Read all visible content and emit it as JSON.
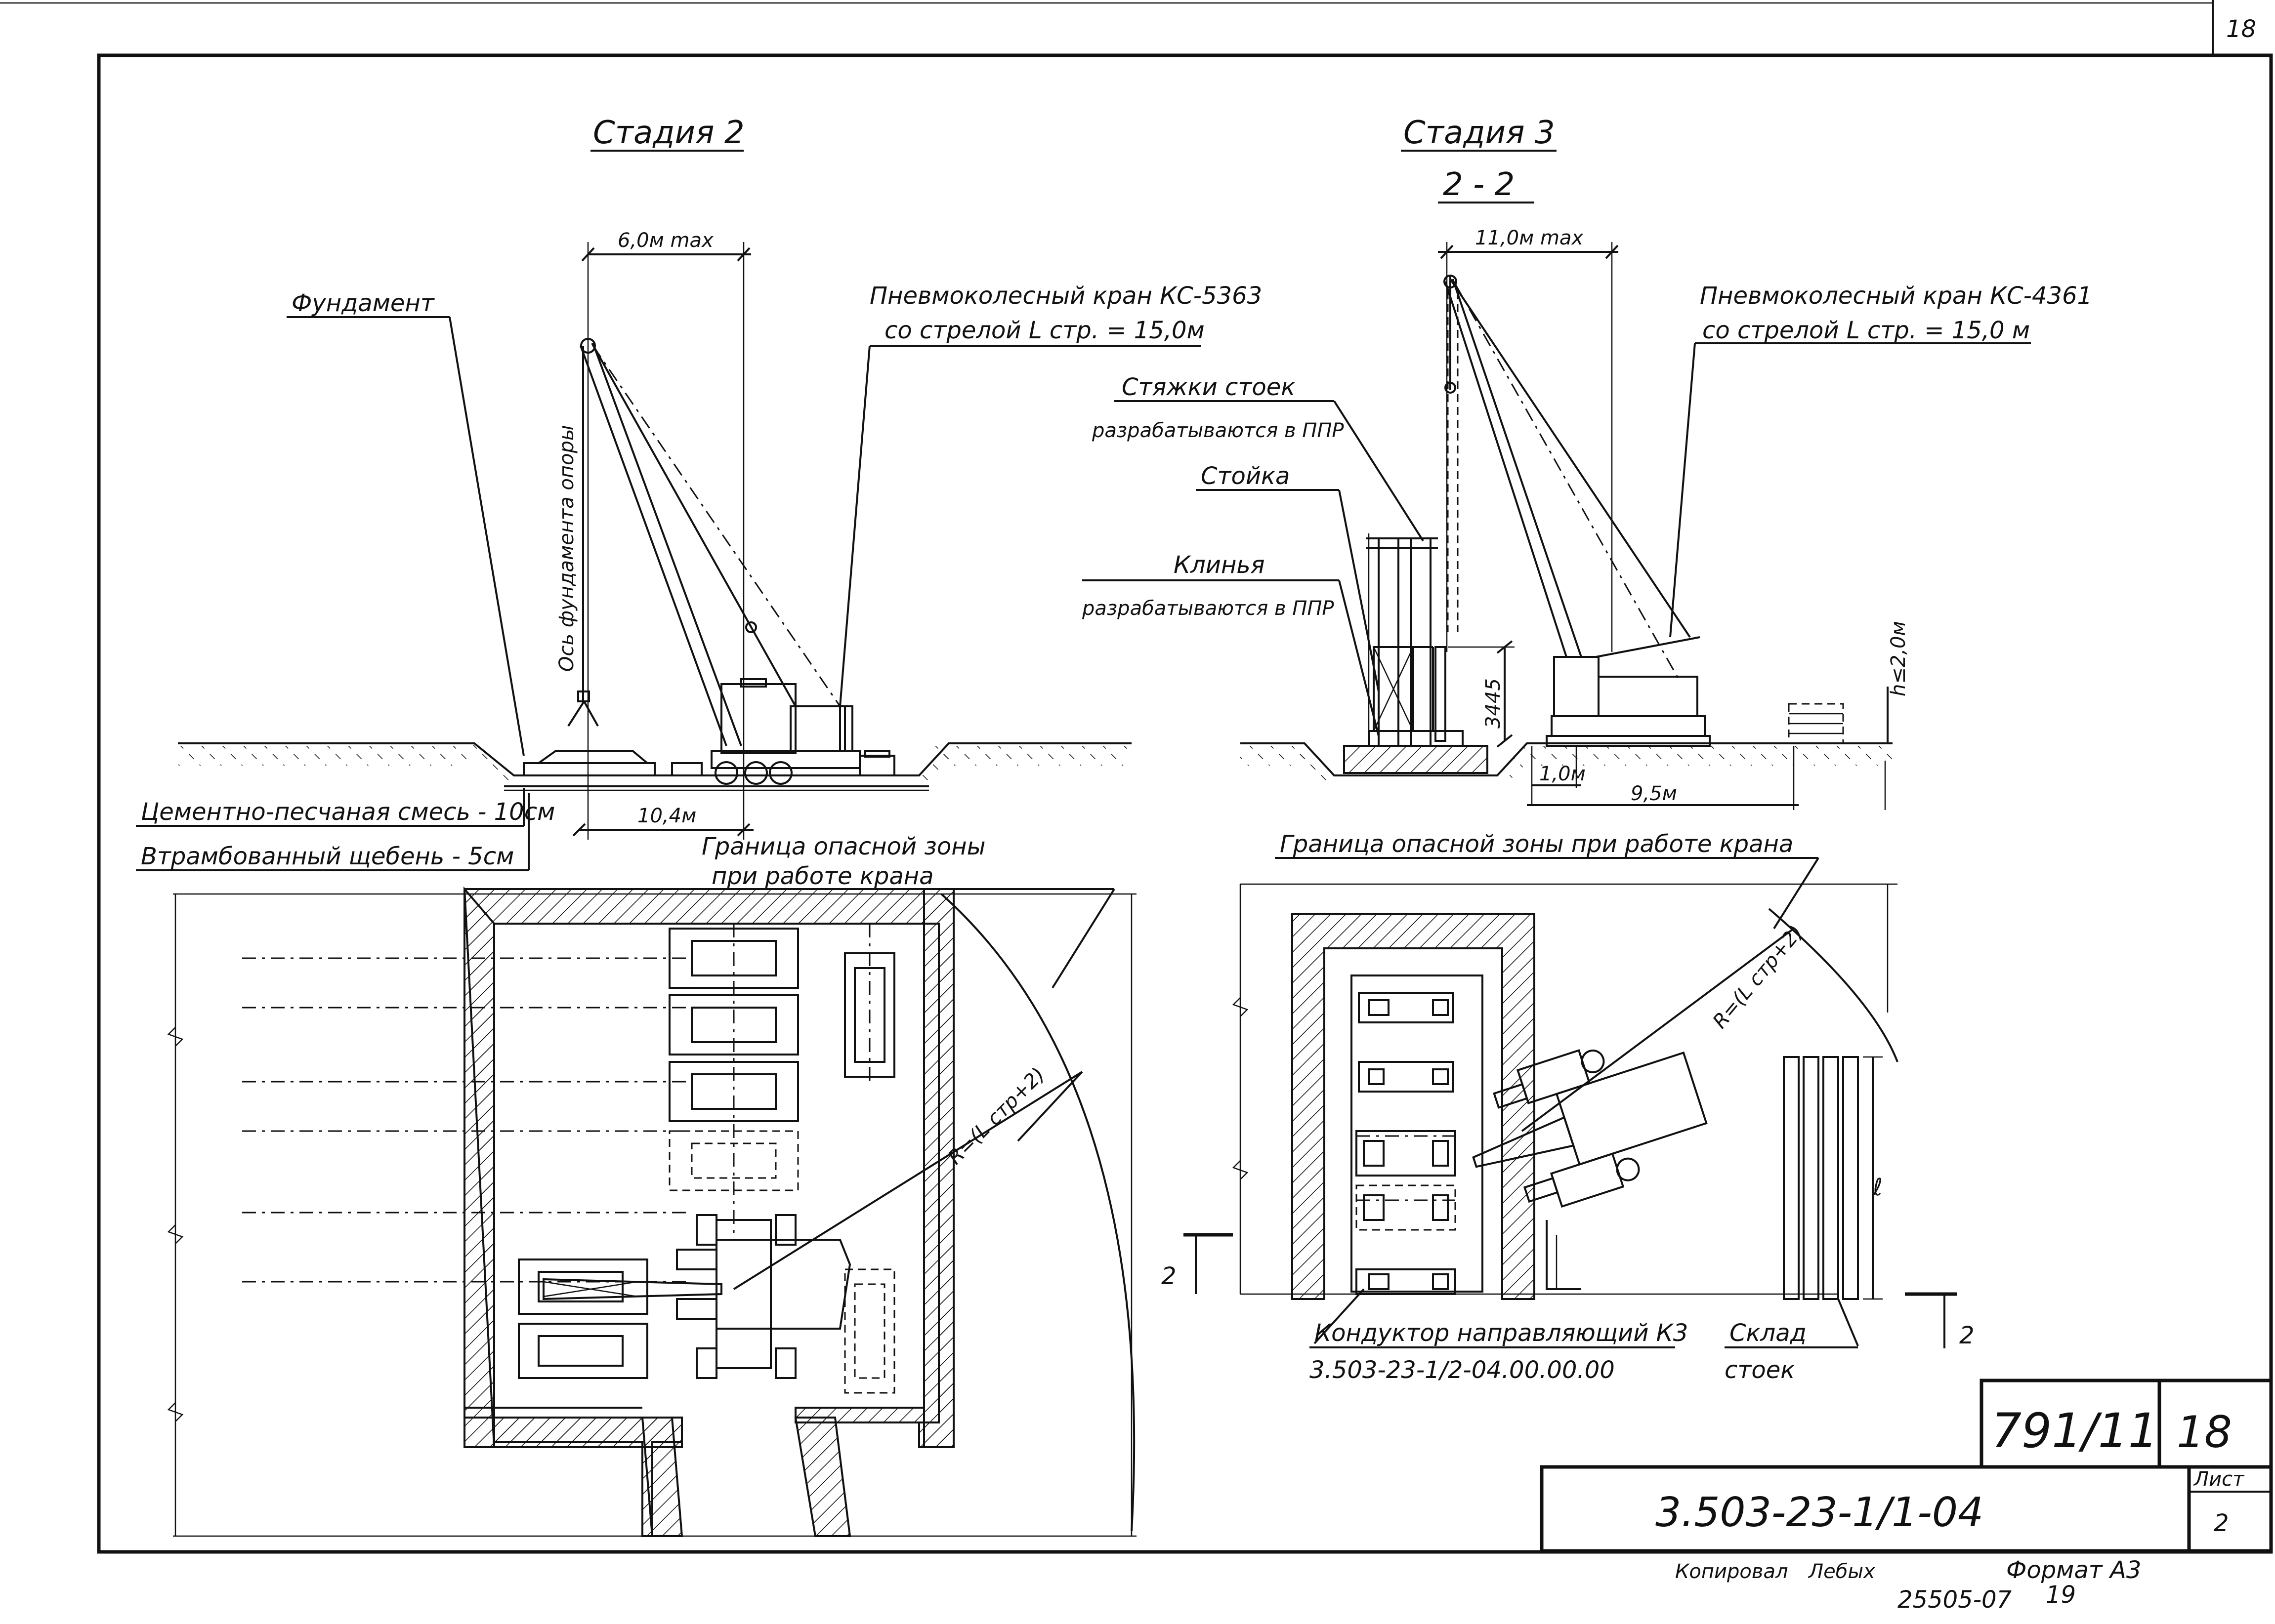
{
  "sheet_corner_number": "18",
  "stage2": {
    "title": "Стадия 2",
    "reach_dim": "6,0м max",
    "label_foundation": "Фундамент",
    "label_axis": "Ось фундамента опоры",
    "crane_name": "Пневмоколесный кран КС-5363",
    "crane_boom": "со стрелой  L стр. = 15,0м",
    "dim_width": "10,4м",
    "layer1": "Цементно-песчаная смесь  - 10см",
    "layer2": "Втрамбованный щебень    - 5см",
    "danger_zone_line1": "Граница опасной зоны",
    "danger_zone_line2": "при работе крана",
    "radius_label": "R=(L стр+2)"
  },
  "stage3": {
    "title": "Стадия 3",
    "section": "2 - 2",
    "reach_dim": "11,0м max",
    "crane_name": "Пневмоколесный кран КС-4361",
    "crane_boom": "со стрелой  L стр. = 15,0 м",
    "label_ties_line1": "Стяжки стоек",
    "label_ties_line2": "разрабатываются в ППР",
    "label_post": "Стойка",
    "label_wedges_line1": "Клинья",
    "label_wedges_line2": "разрабатываются в ППР",
    "dim_height": "3445",
    "dim_stack": "h≤2,0м",
    "dim_1m": "1,0м",
    "dim_9_5m": "9,5м",
    "danger_zone": "Граница опасной зоны при работе крана",
    "radius_label": "R=(L стр+2)",
    "length_mark": "ℓ",
    "section_mark_left": "2",
    "section_mark_right": "2",
    "conductor_line1": "Кондуктор направляющий К3",
    "conductor_line2": "3.503-23-1/2-04.00.00.00",
    "storage_line1": "Склад",
    "storage_line2": "стоек"
  },
  "title_block": {
    "number": "791/11",
    "page": "18",
    "designation": "3.503-23-1/1-04",
    "sheet_label": "Лист",
    "sheet_value": "2"
  },
  "footer": {
    "copied": "Копировал",
    "name": "Лебых",
    "format": "Формат А3",
    "code": "25505-07",
    "code2": "19"
  }
}
